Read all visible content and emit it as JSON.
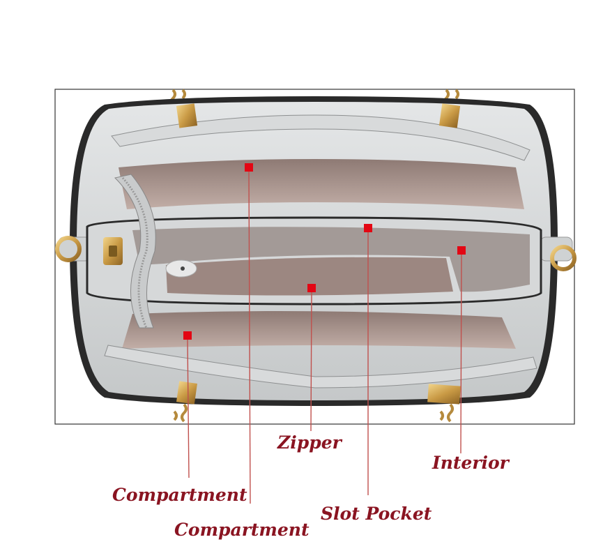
{
  "colors": {
    "accent": "#8a1421",
    "marker": "#e30613",
    "leader": "#c0504d",
    "frame": "#333333",
    "leather": "#cfd1d2",
    "lining": "#b59f98",
    "hardware": "#c99a45"
  },
  "labels": {
    "zipper": "Zipper",
    "interior": "Interior",
    "compartment_left": "Compartment",
    "compartment_center": "Compartment",
    "slot_pocket": "Slot Pocket"
  }
}
